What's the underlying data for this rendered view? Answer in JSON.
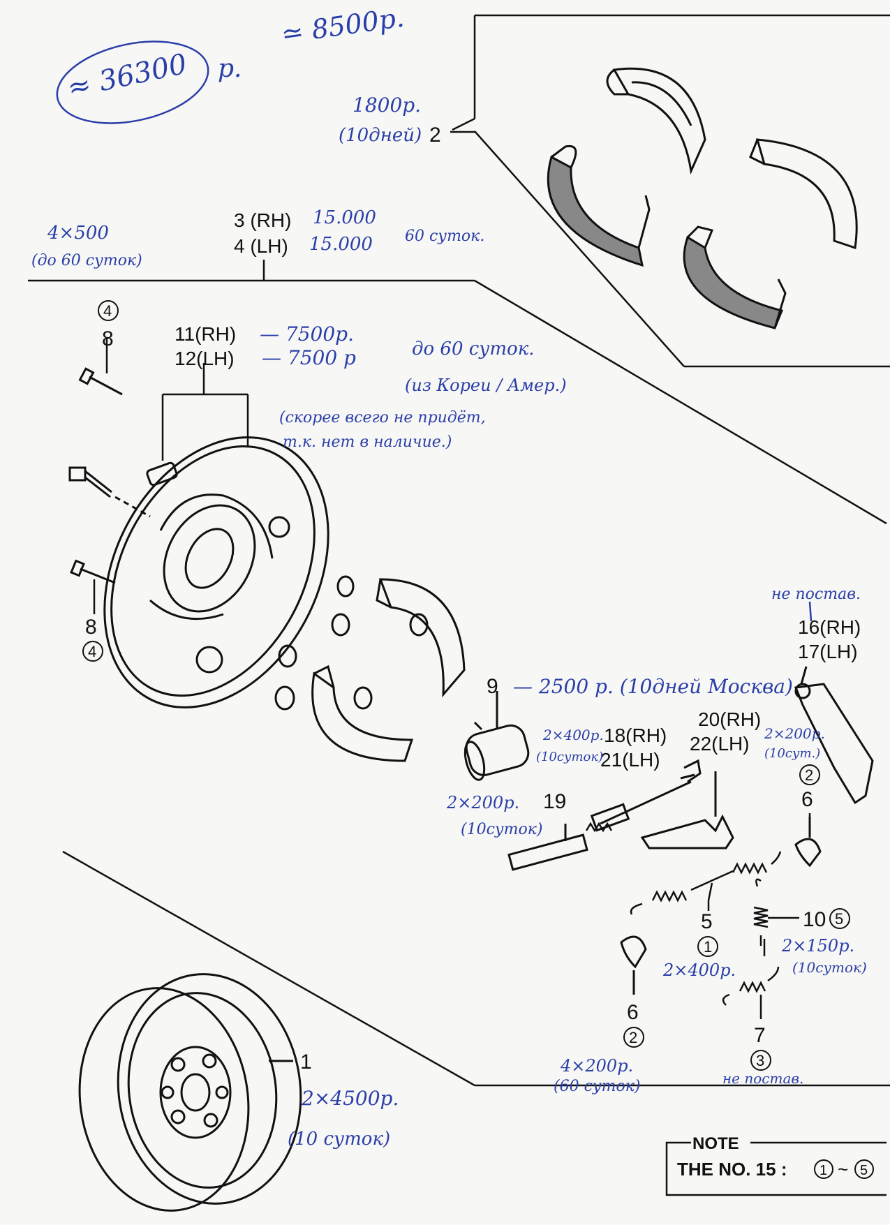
{
  "annotations": {
    "total_circled": "≈ 36300",
    "total_circled_unit": "р.",
    "total_second": "≃ 8500р.",
    "shoes_price": "1800р.",
    "shoes_time": "(10дней)",
    "part34_price_rh": "15.000",
    "part34_price_lh": "15.000",
    "part34_time": "60 суток.",
    "part8_top_qty": "4×500",
    "part8_top_time": "(до 60 суток)",
    "part1112_price_rh": "— 7500р.",
    "part1112_price_lh": "— 7500 р",
    "part1112_time": "до 60 суток.",
    "part1112_origin": "(из Кореи / Амер.)",
    "part1112_note_1": "(скорее всего  не придёт,",
    "part1112_note_2": "т.к. нет  в наличие.)",
    "part16_note": "не постав.",
    "part9_price": "— 2500 р. (10дней Москва)",
    "part1821_price": "2×400р.",
    "part1821_time": "(10суток)",
    "part2022_price": "2×200р.",
    "part2022_time": "(10сут.)",
    "part19_price": "2×200р.",
    "part19_time": "(10суток)",
    "part10_price": "2×150р.",
    "part10_time": "(10суток)",
    "part5_price": "2×400р.",
    "part6_price": "4×200р.",
    "part6_time": "(60 суток)",
    "part7_note": "не постав.",
    "part1_price": "2×4500р.",
    "part1_time": "(10 суток)"
  },
  "labels": {
    "p2": "2",
    "p3": "3 (RH)",
    "p4": "4 (LH)",
    "p4_circ_top": "4",
    "p8_top": "8",
    "p11": "11(RH)",
    "p12": "12(LH)",
    "p8_bot": "8",
    "p4_circ_bot": "4",
    "p16": "16(RH)",
    "p17": "17(LH)",
    "p9": "9",
    "p18": "18(RH)",
    "p21": "21(LH)",
    "p20": "20(RH)",
    "p22": "22(LH)",
    "p2_circ": "2",
    "p6_right": "6",
    "p19": "19",
    "p10": "10",
    "p10_circ": "5",
    "p5": "5",
    "p5_circ": "1",
    "p6_bot": "6",
    "p6_circ": "2",
    "p7": "7",
    "p7_circ": "3",
    "p1": "1"
  },
  "note": {
    "title": "NOTE",
    "text": "THE NO. 15 :",
    "range_from": "1",
    "range_sep": "~",
    "range_to": "5"
  }
}
